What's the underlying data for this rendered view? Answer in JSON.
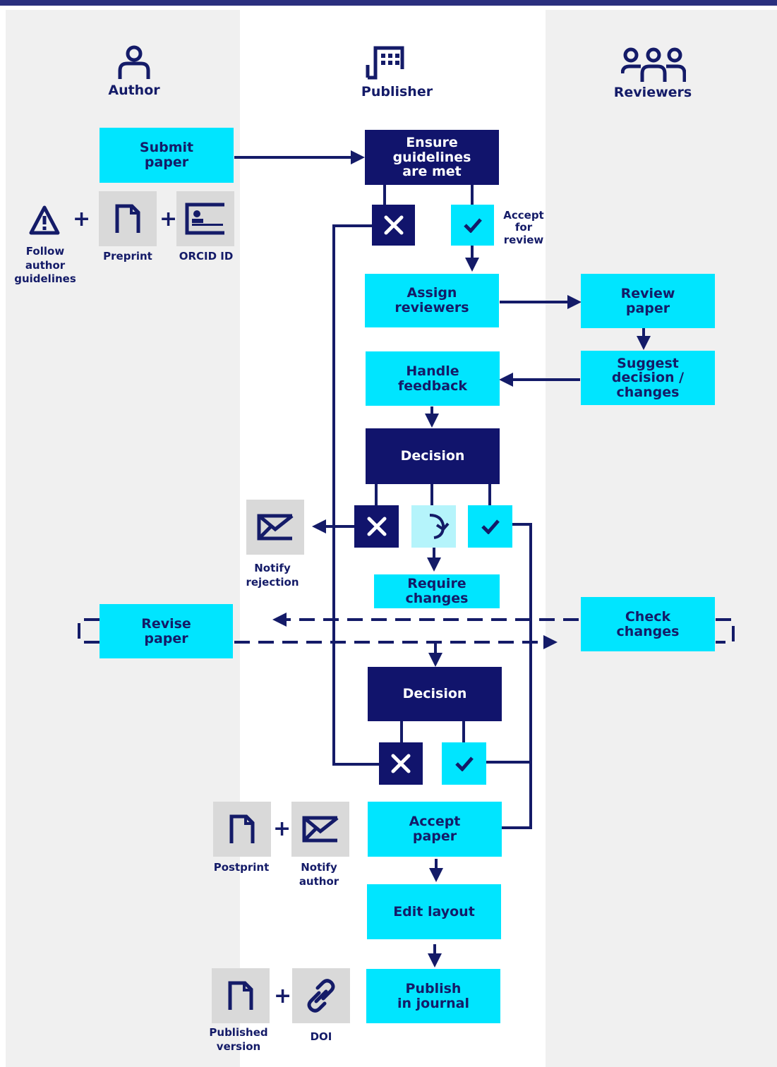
{
  "lanes": {
    "author": "Author",
    "publisher": "Publisher",
    "reviewers": "Reviewers"
  },
  "author_steps": {
    "submit": "Submit\npaper",
    "follow_guidelines": "Follow\nauthor\nguidelines",
    "preprint": "Preprint",
    "orcid": "ORCID ID",
    "revise": "Revise\npaper",
    "postprint": "Postprint",
    "notify_author": "Notify\nauthor",
    "published_version": "Published\nversion",
    "doi": "DOI",
    "notify_rejection": "Notify\nrejection"
  },
  "publisher_steps": {
    "ensure": "Ensure\nguidelines\nare met",
    "accept_for_review": "Accept\nfor\nreview",
    "assign": "Assign\nreviewers",
    "handle": "Handle\nfeedback",
    "decision1": "Decision",
    "require_changes": "Require changes",
    "decision2": "Decision",
    "accept_paper": "Accept\npaper",
    "edit_layout": "Edit layout",
    "publish": "Publish\nin journal"
  },
  "reviewer_steps": {
    "review": "Review\npaper",
    "suggest": "Suggest\ndecision / changes",
    "check": "Check\nchanges"
  },
  "symbols": {
    "plus": "+"
  },
  "colors": {
    "navy": "#11146c",
    "cyan": "#00e5ff",
    "light_cyan": "#b5f4fb",
    "grey": "#d9d9d9",
    "lane_grey": "#f0f0f0",
    "line": "#141b68"
  }
}
